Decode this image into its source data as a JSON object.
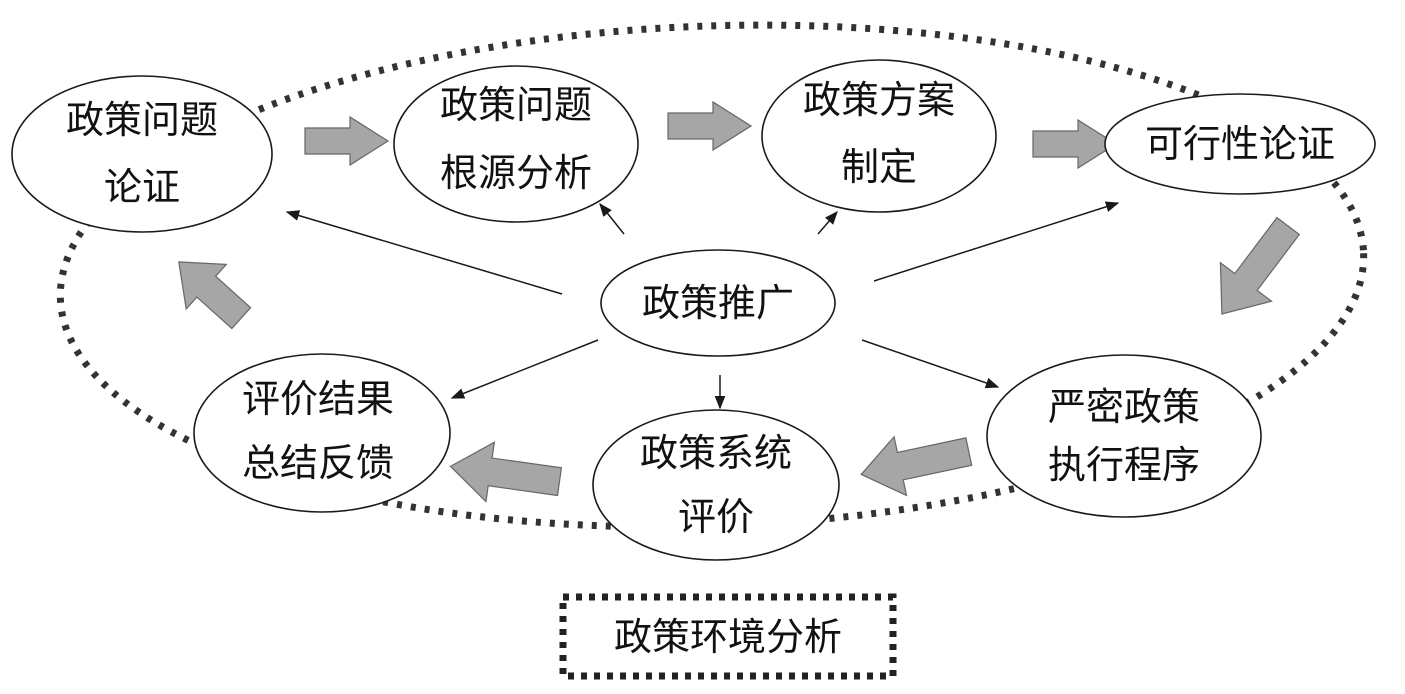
{
  "nodes": {
    "problem_argument": {
      "line1": "政策问题",
      "line2": "论证"
    },
    "root_cause": {
      "line1": "政策问题",
      "line2": "根源分析"
    },
    "scheme_design": {
      "line1": "政策方案",
      "line2": "制定"
    },
    "feasibility": {
      "line1": "可行性论证"
    },
    "promotion": {
      "line1": "政策推广"
    },
    "strict_execution": {
      "line1": "严密政策",
      "line2": "执行程序"
    },
    "system_evaluation": {
      "line1": "政策系统",
      "line2": "评价"
    },
    "feedback": {
      "line1": "评价结果",
      "line2": "总结反馈"
    }
  },
  "legend": {
    "label": "政策环境分析"
  },
  "colors": {
    "block_arrow_fill": "#a6a6a6",
    "dotted_border": "#333333",
    "outline": "#1a1a1a"
  }
}
